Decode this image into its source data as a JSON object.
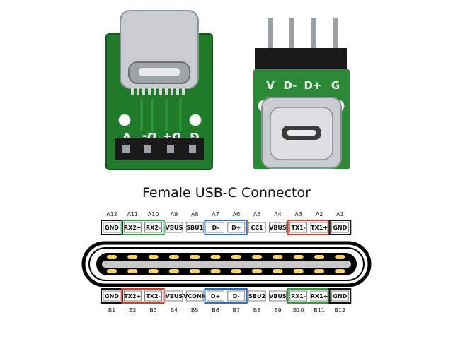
{
  "title": "Female USB-C Connector",
  "left_board": {
    "silkscreen": [
      "G",
      "D+",
      "D-",
      "V"
    ],
    "colors": {
      "pcb": "#1f7a2a",
      "pcb_dark": "#14561c",
      "metal": "#c9ccd0",
      "header": "#1a1a1a"
    }
  },
  "right_board": {
    "silkscreen": [
      "V",
      "D-",
      "D+",
      "G"
    ],
    "colors": {
      "pcb": "#2a8a36",
      "metal": "#c9ccd0",
      "header": "#1a1a1a",
      "pins": "#9aa0a6"
    }
  },
  "top_row": {
    "pin_numbers": [
      "A12",
      "A11",
      "A10",
      "A9",
      "A8",
      "A7",
      "A6",
      "A5",
      "A4",
      "A3",
      "A2",
      "A1"
    ],
    "signals": [
      "GND",
      "RX2+",
      "RX2-",
      "VBUS",
      "SBU1",
      "D-",
      "D+",
      "CC1",
      "VBUS",
      "TX1-",
      "TX1+",
      "GND"
    ]
  },
  "bottom_row": {
    "pin_numbers": [
      "B1",
      "B2",
      "B3",
      "B4",
      "B5",
      "B6",
      "B7",
      "B8",
      "B9",
      "B10",
      "B11",
      "B12"
    ],
    "signals": [
      "GND",
      "TX2+",
      "TX2-",
      "VBUS",
      "VCONN",
      "D+",
      "D-",
      "SBU2",
      "VBUS",
      "RX1-",
      "RX1+",
      "GND"
    ]
  },
  "group_colors": {
    "gnd": "#111111",
    "tx2_rx2_top": "#2e9e3e",
    "tx2_bottom": "#d0402a",
    "data": "#2f6fc0",
    "rx1_bottom": "#2e9e3e",
    "tx1_top": "#d0402a"
  },
  "contact_color": "#f4d36a",
  "connector_color": "#000000"
}
